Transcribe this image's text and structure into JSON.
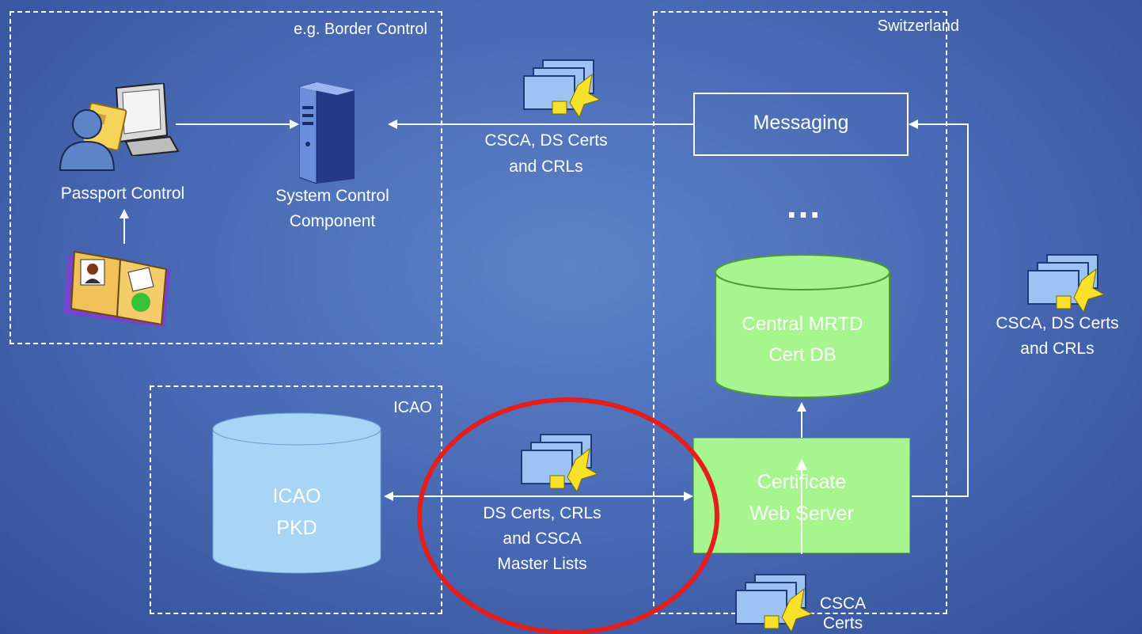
{
  "zones": {
    "border_control": "e.g. Border Control",
    "switzerland": "Switzerland",
    "icao": "ICAO"
  },
  "nodes": {
    "passport_control": "Passport Control",
    "system_control": [
      "System Control",
      "Component"
    ],
    "messaging": "Messaging",
    "ellipsis": "…",
    "central_db": [
      "Central MRTD",
      "Cert DB"
    ],
    "cert_web_server": [
      "Certificate",
      "Web Server"
    ],
    "icao_pkd": [
      "ICAO",
      "PKD"
    ]
  },
  "flows": {
    "to_system_control": [
      "CSCA, DS Certs",
      "and CRLs"
    ],
    "to_messaging": [
      "CSCA, DS Certs",
      "and CRLs"
    ],
    "icao_exchange": [
      "DS Certs, CRLs",
      "and CSCA",
      "Master Lists"
    ],
    "csca_certs": [
      "CSCA",
      "Certs"
    ]
  },
  "colors": {
    "background": "#4a6cb6",
    "db_green": "#a6f58f",
    "server_green": "#a6f58f",
    "icao_db_blue": "#a8d4f6",
    "highlight_ellipse": "#e41d1d"
  },
  "icons": [
    "user-icon",
    "monitor-icon",
    "smart-card-icon",
    "passport-icon",
    "server-icon",
    "certificate-stack-icon"
  ]
}
